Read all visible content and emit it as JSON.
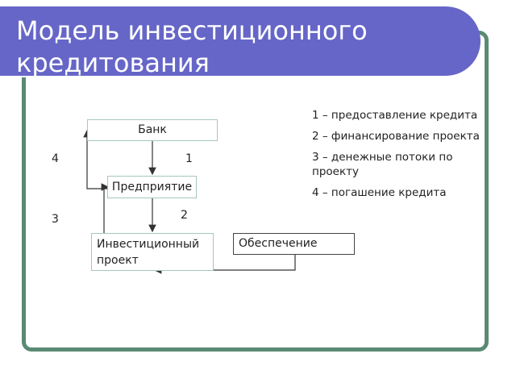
{
  "title": "Модель инвестиционного кредитования",
  "boxes": {
    "bank": "Банк",
    "enterprise": "Предприятие",
    "project": "Инвестиционный проект",
    "collateral": "Обеспечение"
  },
  "flow_numbers": {
    "n1": "1",
    "n2": "2",
    "n3": "3",
    "n4": "4"
  },
  "legend": [
    "1 – предоставление кредита",
    "2 – финансирование проекта",
    "3 – денежные потоки по проекту",
    "4 – погашение кредита"
  ],
  "colors": {
    "title_bg": "#6666c8",
    "frame": "#5a8a73",
    "box_border": "#a7c7b9"
  }
}
